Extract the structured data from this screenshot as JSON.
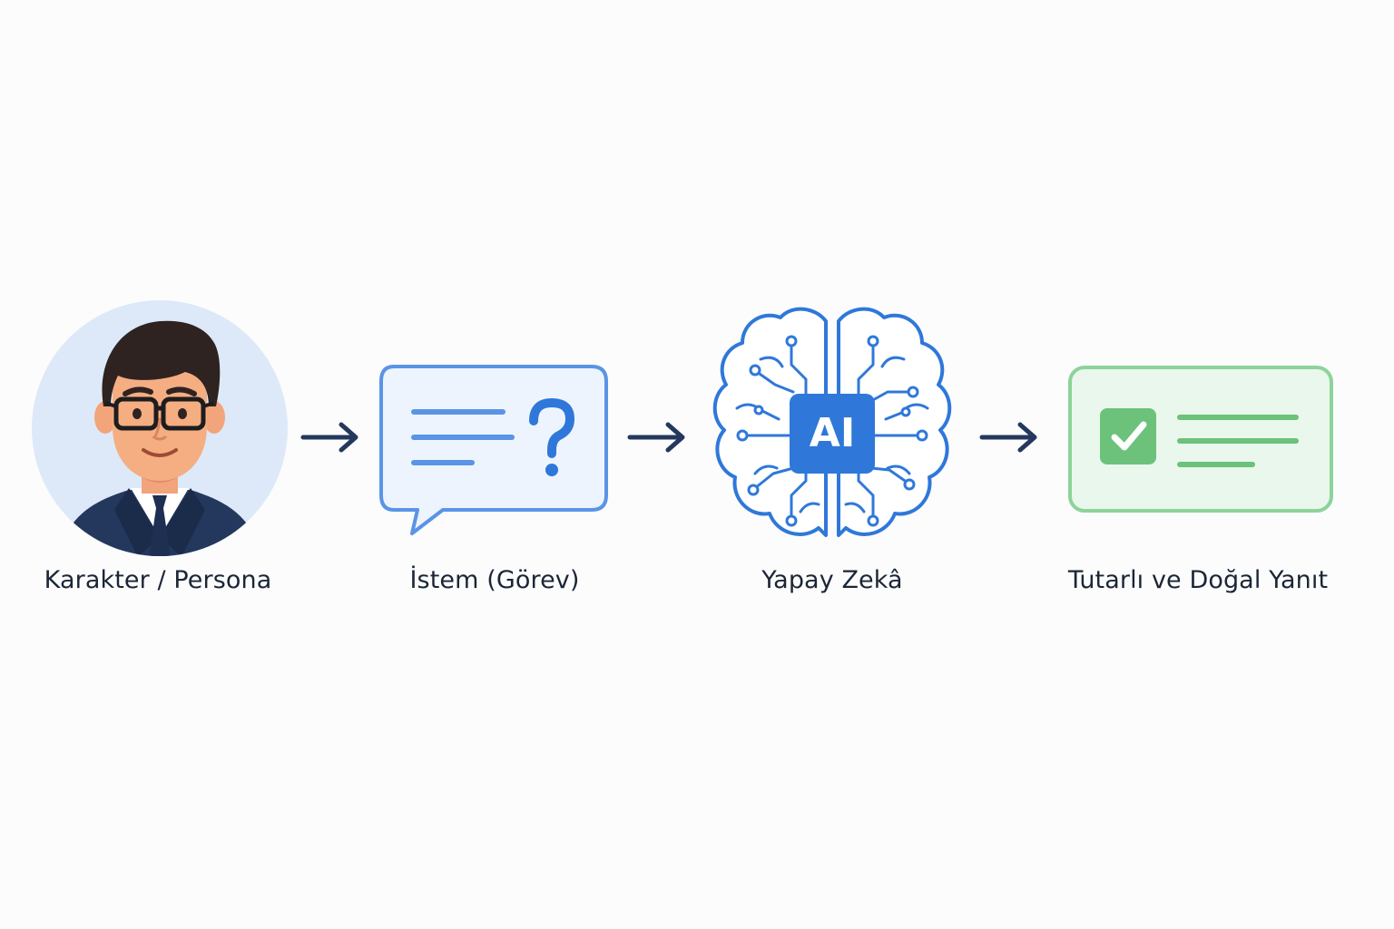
{
  "steps": [
    {
      "id": "persona",
      "label": "Karakter / Persona",
      "icon": "persona-avatar-icon"
    },
    {
      "id": "prompt",
      "label": "İstem (Görev)",
      "icon": "speech-bubble-question-icon"
    },
    {
      "id": "ai",
      "label": "Yapay Zekâ",
      "icon": "ai-brain-icon",
      "badge": "AI"
    },
    {
      "id": "response",
      "label": "Tutarlı ve Doğal Yanıt",
      "icon": "checked-response-card-icon"
    }
  ],
  "colors": {
    "persona_bg": "#dde9f8",
    "suit": "#24385d",
    "prompt_stroke": "#5a94e6",
    "prompt_fill": "#eef4fd",
    "ai_blue": "#2f78d9",
    "response_stroke": "#8dd39a",
    "response_fill": "#eaf7ec",
    "check_fill": "#6cc17b",
    "arrow": "#24385d",
    "text": "#1b2636"
  }
}
